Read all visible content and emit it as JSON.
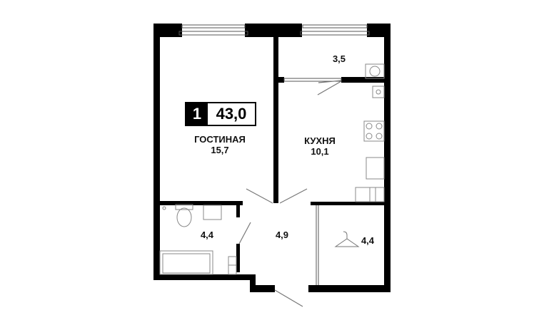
{
  "plan": {
    "rooms_count": "1",
    "total_area": "43,0",
    "rooms": [
      {
        "name": "ГОСТИНАЯ",
        "area": "15,7"
      },
      {
        "name": "КУХНЯ",
        "area": "10,1"
      },
      {
        "name": "",
        "area": "3,5"
      },
      {
        "name": "",
        "area": "4,4"
      },
      {
        "name": "",
        "area": "4,9"
      },
      {
        "name": "",
        "area": "4,4"
      }
    ],
    "colors": {
      "wall": "#000000",
      "background": "#ffffff",
      "fixture": "#888888"
    }
  }
}
